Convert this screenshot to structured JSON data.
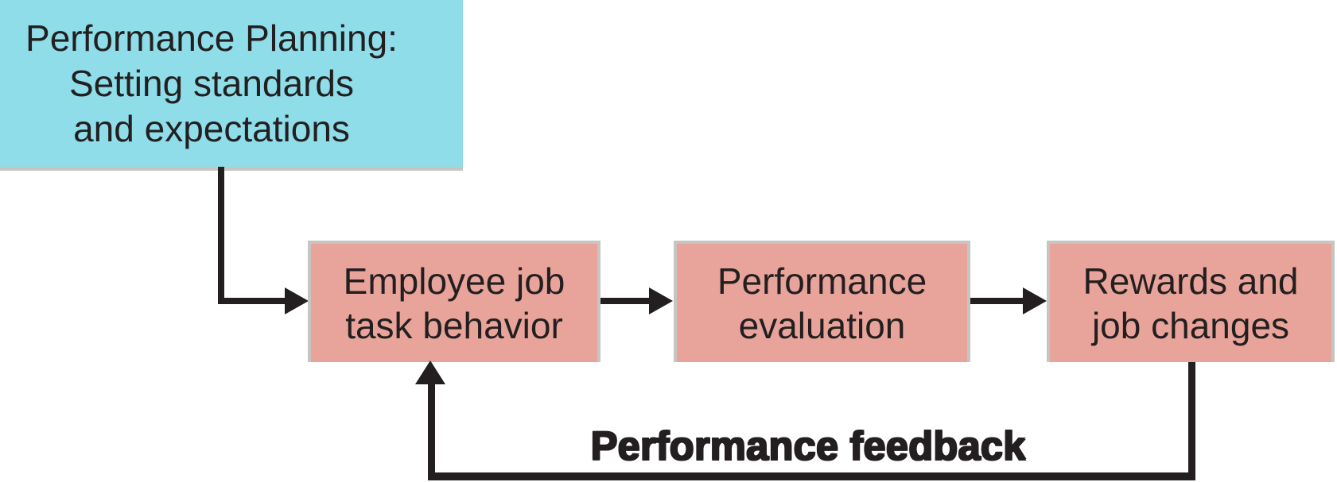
{
  "diagram": {
    "planning_box": {
      "lines": [
        "Performance Planning:",
        "Setting standards",
        "and expectations"
      ]
    },
    "process_boxes": [
      {
        "lines": [
          "Employee job",
          "task behavior"
        ]
      },
      {
        "lines": [
          "Performance",
          "evaluation"
        ]
      },
      {
        "lines": [
          "Rewards and",
          "job changes"
        ]
      }
    ],
    "feedback_label": "Performance feedback",
    "colors": {
      "planning_box_fill": "#8edde9",
      "process_box_fill": "#e8a49a",
      "box_border": "#c6c5c1",
      "line_and_text": "#231f20",
      "background": "#ffffff"
    }
  }
}
